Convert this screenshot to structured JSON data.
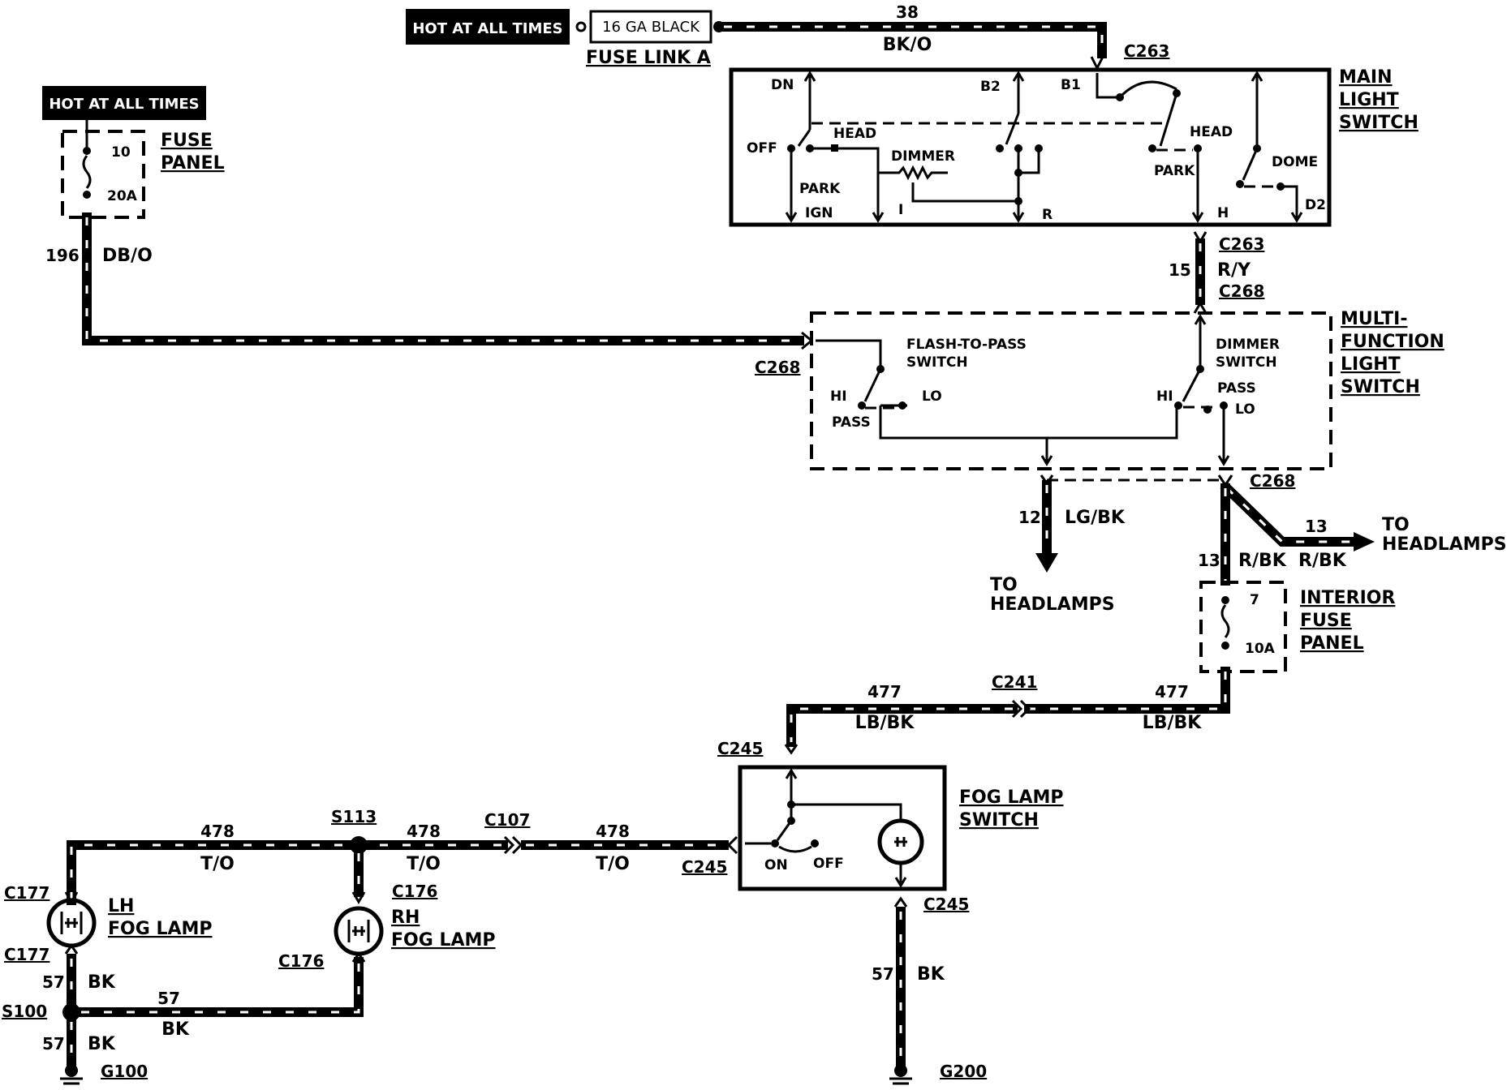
{
  "power": {
    "hot_label_top": "HOT AT ALL TIMES",
    "hot_label_left": "HOT AT ALL TIMES",
    "fuse_link_box": "16 GA BLACK",
    "fuse_link_caption": "FUSE LINK A"
  },
  "fuse_panel": {
    "title_line1": "FUSE",
    "title_line2": "PANEL",
    "fuse_number": "10",
    "fuse_rating": "20A"
  },
  "interior_fuse_panel": {
    "title_line1": "INTERIOR",
    "title_line2": "FUSE",
    "title_line3": "PANEL",
    "fuse_number": "7",
    "fuse_rating": "10A"
  },
  "main_light_switch": {
    "title_line1": "MAIN",
    "title_line2": "LIGHT",
    "title_line3": "SWITCH",
    "terminals": {
      "dn": "DN",
      "b2": "B2",
      "b1": "B1",
      "off": "OFF",
      "head_left": "HEAD",
      "dimmer": "DIMMER",
      "park_left": "PARK",
      "ign": "IGN",
      "i": "I",
      "r": "R",
      "head_right": "HEAD",
      "park_right": "PARK",
      "h": "H",
      "dome": "DOME",
      "d2": "D2"
    }
  },
  "multifunction_switch": {
    "title_line1": "MULTI-",
    "title_line2": "FUNCTION",
    "title_line3": "LIGHT",
    "title_line4": "SWITCH",
    "flash_line1": "FLASH-TO-PASS",
    "flash_line2": "SWITCH",
    "dimmer_line1": "DIMMER",
    "dimmer_line2": "SWITCH",
    "hi_left": "HI",
    "lo_left": "LO",
    "pass_left": "PASS",
    "hi_right": "HI",
    "pass_right": "PASS",
    "lo_right": "LO"
  },
  "fog_switch": {
    "title_line1": "FOG LAMP",
    "title_line2": "SWITCH",
    "on": "ON",
    "off": "OFF"
  },
  "lamps": {
    "lh_line1": "LH",
    "lh_line2": "FOG LAMP",
    "rh_line1": "RH",
    "rh_line2": "FOG LAMP"
  },
  "destinations": {
    "left_line1": "TO",
    "left_line2": "HEADLAMPS",
    "right_line1": "TO",
    "right_line2": "HEADLAMPS"
  },
  "wires": {
    "w38_num": "38",
    "w38_color": "BK/O",
    "w196_num": "196",
    "w196_color": "DB/O",
    "w15_num": "15",
    "w15_color": "R/Y",
    "w12_num": "12",
    "w12_color": "LG/BK",
    "w13a_num": "13",
    "w13a_color": "R/BK",
    "w13b_num": "13",
    "w13b_color": "R/BK",
    "w477a_num": "477",
    "w477a_color": "LB/BK",
    "w477b_num": "477",
    "w477b_color": "LB/BK",
    "w478a_num": "478",
    "w478a_color": "T/O",
    "w478b_num": "478",
    "w478b_color": "T/O",
    "w478c_num": "478",
    "w478c_color": "T/O",
    "w57a_num": "57",
    "w57a_color": "BK",
    "w57b_num": "57",
    "w57b_color": "BK",
    "w57c_num": "57",
    "w57c_color": "BK",
    "w57d_num": "57",
    "w57d_color": "BK"
  },
  "connectors": {
    "c263_top": "C263",
    "c263_bottom": "C263",
    "c268_top": "C268",
    "c268_left": "C268",
    "c268_bottom": "C268",
    "c241": "C241",
    "c245_top": "C245",
    "c245_left": "C245",
    "c245_bottom": "C245",
    "c107": "C107",
    "c177_top": "C177",
    "c177_bottom": "C177",
    "c176_top": "C176",
    "c176_bottom": "C176",
    "s113": "S113",
    "s100": "S100"
  },
  "grounds": {
    "g100": "G100",
    "g200": "G200"
  }
}
